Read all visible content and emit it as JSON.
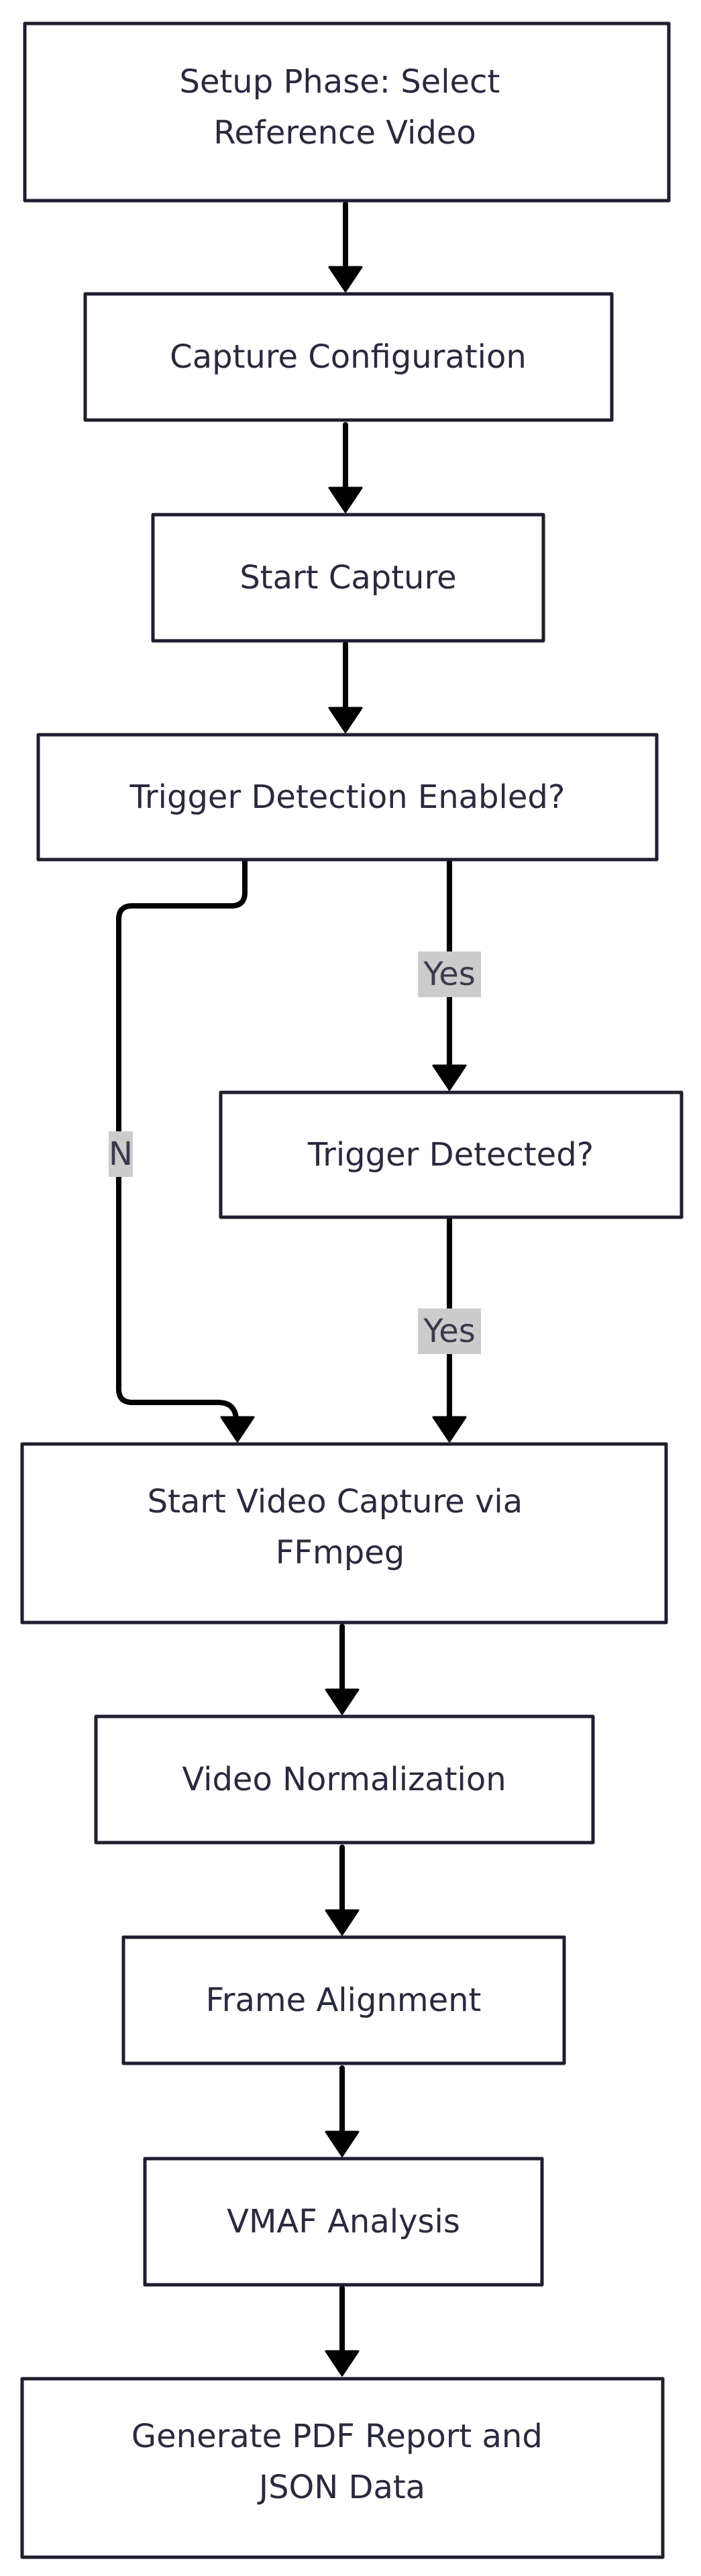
{
  "nodes": {
    "setup": [
      "Setup Phase: Select",
      "Reference Video"
    ],
    "capture_config": [
      "Capture Configuration"
    ],
    "start_capture": [
      "Start Capture"
    ],
    "trigger_enabled": [
      "Trigger Detection Enabled?"
    ],
    "trigger_detected": [
      "Trigger Detected?"
    ],
    "ffmpeg": [
      "Start Video Capture via",
      "FFmpeg"
    ],
    "normalization": [
      "Video Normalization"
    ],
    "alignment": [
      "Frame Alignment"
    ],
    "vmaf": [
      "VMAF Analysis"
    ],
    "report": [
      "Generate PDF Report and",
      "JSON Data"
    ]
  },
  "edges": {
    "enabled_yes": "Yes",
    "enabled_no": "N",
    "detected_yes": "Yes"
  }
}
